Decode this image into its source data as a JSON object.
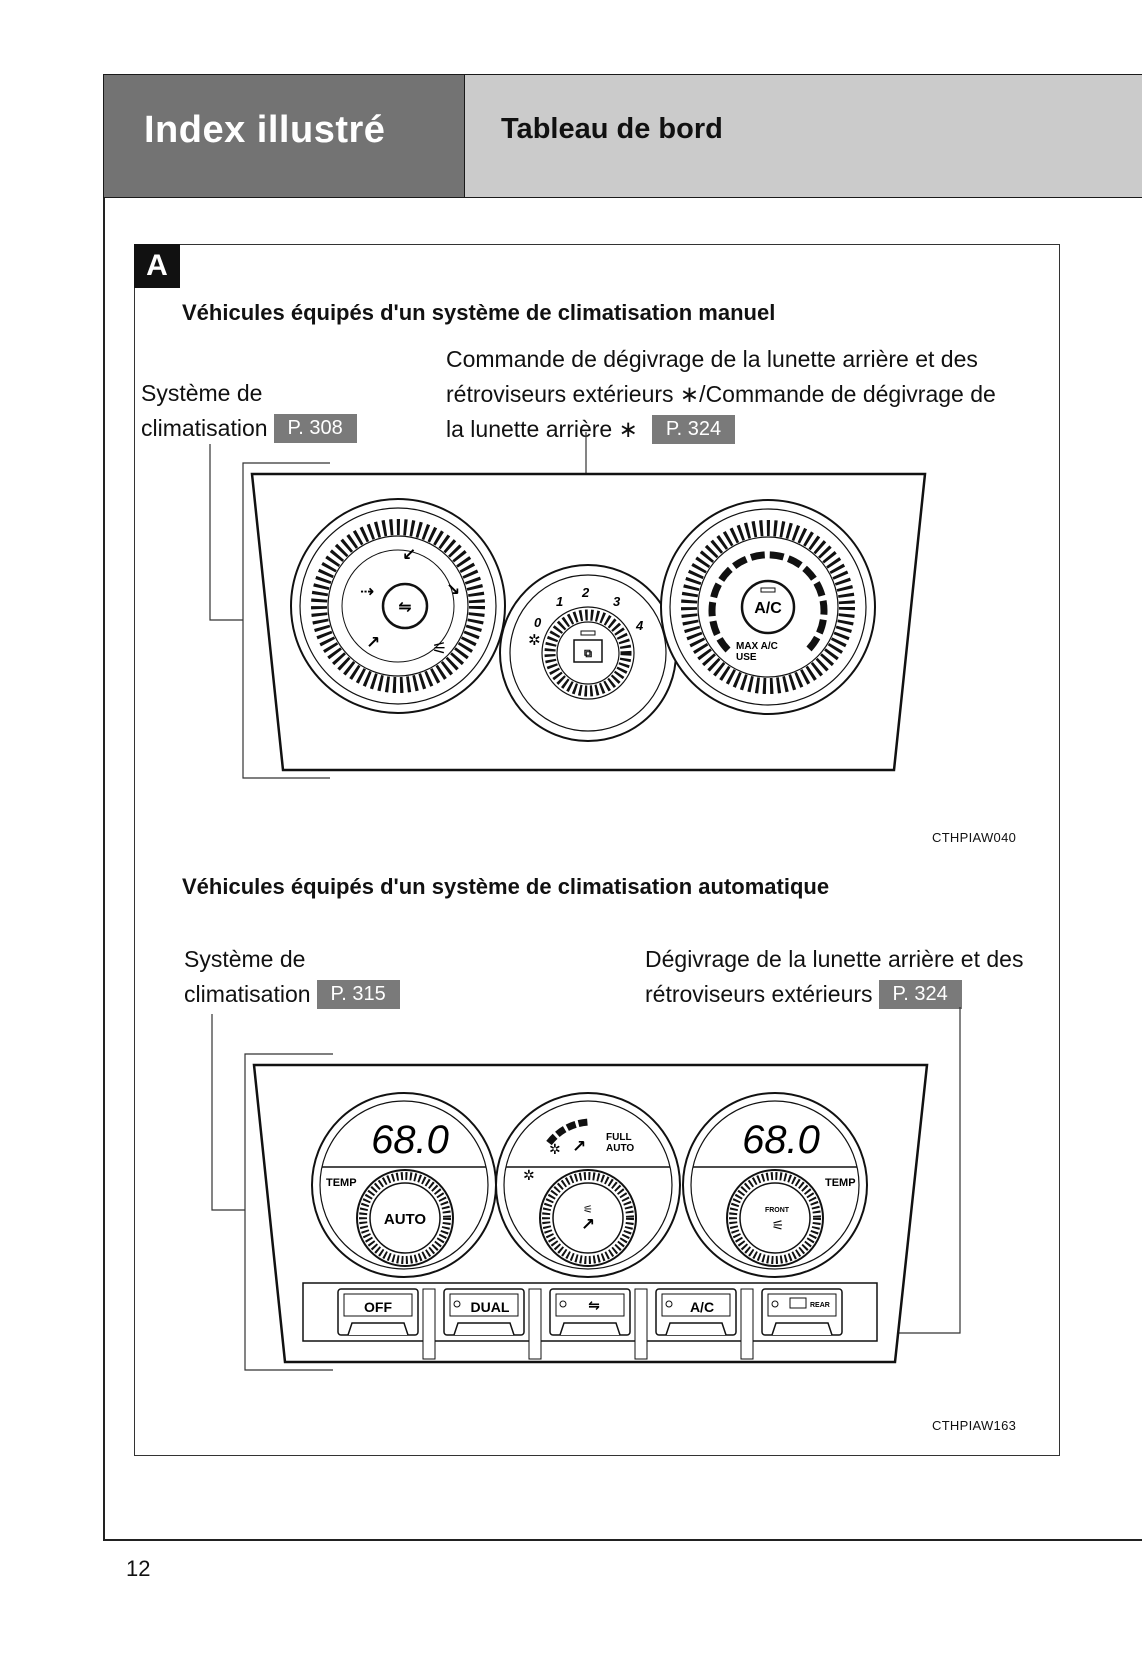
{
  "header": {
    "section_title": "Index illustré",
    "page_title": "Tableau de bord"
  },
  "section": {
    "badge": "A",
    "manual": {
      "heading": "Véhicules équipés d'un système de climatisation manuel",
      "climate_label_line1": "Système de",
      "climate_label_line2": "climatisation",
      "climate_page": "P. 308",
      "defog_line1": "Commande de dégivrage de la lunette arrière et des",
      "defog_line2": "rétroviseurs extérieurs ∗/Commande de dégivrage de",
      "defog_line3": "la lunette arrière ∗",
      "defog_page": "P. 324",
      "fan_speeds": [
        "0",
        "1",
        "2",
        "3",
        "4"
      ],
      "ac_label": "A/C",
      "max_ac_label": "MAX A/C",
      "use_label": "USE",
      "figure_code": "CTHPIAW040"
    },
    "automatic": {
      "heading": "Véhicules équipés d'un système de climatisation automatique",
      "climate_label_line1": "Système de",
      "climate_label_line2": "climatisation",
      "climate_page": "P. 315",
      "defog_line1": "Dégivrage de la lunette arrière et des",
      "defog_line2": "rétroviseurs extérieurs",
      "defog_page": "P. 324",
      "left_temp_display": "68.0",
      "right_temp_display": "68.0",
      "temp_label": "TEMP",
      "auto_label": "AUTO",
      "full_label": "FULL",
      "front_label": "FRONT",
      "rear_label": "REAR",
      "buttons": [
        "OFF",
        "DUAL",
        "",
        "A/C",
        ""
      ],
      "figure_code": "CTHPIAW163"
    }
  },
  "page_number": "12"
}
